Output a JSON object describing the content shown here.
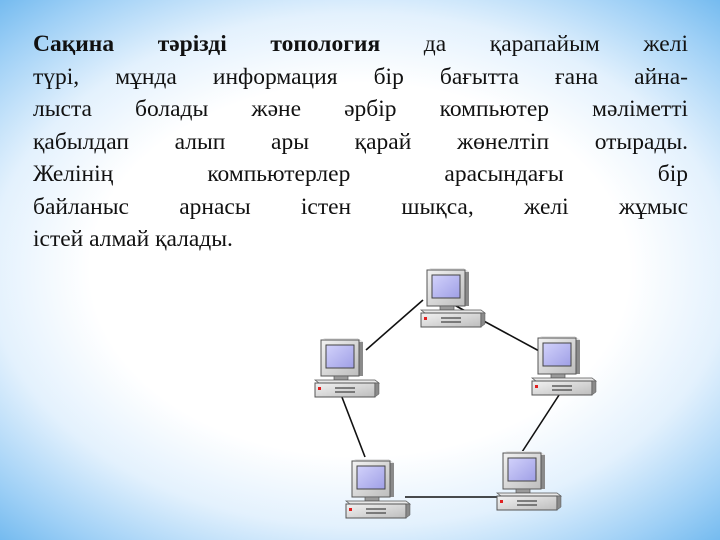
{
  "description": {
    "title": "Сақина тәрізді топология",
    "line1_rest": " да қарапайым желі",
    "line2": "түрі, мұнда информация бір бағытта ғана айна-",
    "line3": "лыста болады және әрбір компьютер мәліметті",
    "line4": "қабылдап алып ары қарай жөнелтіп отырады.",
    "line5": "Желінің компьютерлер арасындағы бір",
    "line6": "байланыс арнасы істен шықса, желі жұмыс",
    "line7": "істей алмай қалады."
  },
  "diagram": {
    "type": "ring-topology",
    "computers": [
      "computer-1",
      "computer-2",
      "computer-3",
      "computer-4",
      "computer-5"
    ],
    "colors": {
      "link": "#111111",
      "monitor_body": "#dcdcdc",
      "screen": "#b9b9f2",
      "power_led": "#e02020"
    }
  }
}
